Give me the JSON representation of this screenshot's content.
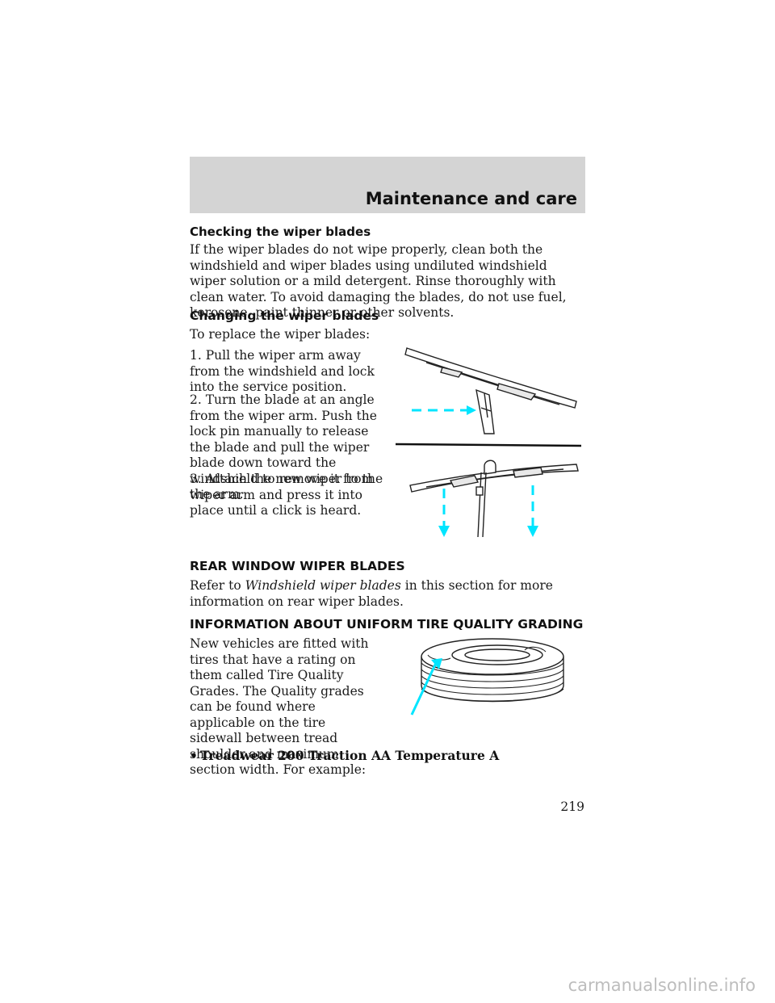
{
  "header": {
    "section_title": "Maintenance and care"
  },
  "checking": {
    "heading": "Checking the wiper blades",
    "body": "If the wiper blades do not wipe properly, clean both the windshield and wiper blades using undiluted windshield wiper solution or a mild detergent. Rinse thoroughly with clean water. To avoid damaging the blades, do not use fuel, kerosene, paint thinner or other solvents."
  },
  "changing": {
    "heading": "Changing the wiper blades",
    "intro": "To replace the wiper blades:",
    "steps": [
      "1. Pull the wiper arm away from the windshield and lock into the service position.",
      "2. Turn the blade at an angle from the wiper arm. Push the lock pin manually to release the blade and pull the wiper blade down toward the windshield to remove it from the arm.",
      "3. Attach the new wiper to the wiper arm and press it into place until a click is heard."
    ]
  },
  "rear": {
    "heading": "REAR WINDOW WIPER BLADES",
    "text_before": "Refer to ",
    "link_text": "Windshield wiper blades",
    "text_after": " in this section for more information on rear wiper blades."
  },
  "tire": {
    "heading": "INFORMATION ABOUT UNIFORM TIRE QUALITY GRADING",
    "body": "New vehicles are fitted with tires that have a rating on them called Tire Quality Grades. The Quality grades can be found where applicable on the tire sidewall between tread shoulder and maximum section width. For example:",
    "bullet": "Treadwear 200 Traction AA Temperature A"
  },
  "page_number": "219",
  "footer": {
    "watermark": "carmanualsonline.info"
  },
  "colors": {
    "header_band": "#d4d4d4",
    "arrow": "#00e5ff",
    "watermark": "#bdbdbd"
  },
  "icons": {
    "bullet": "•"
  }
}
